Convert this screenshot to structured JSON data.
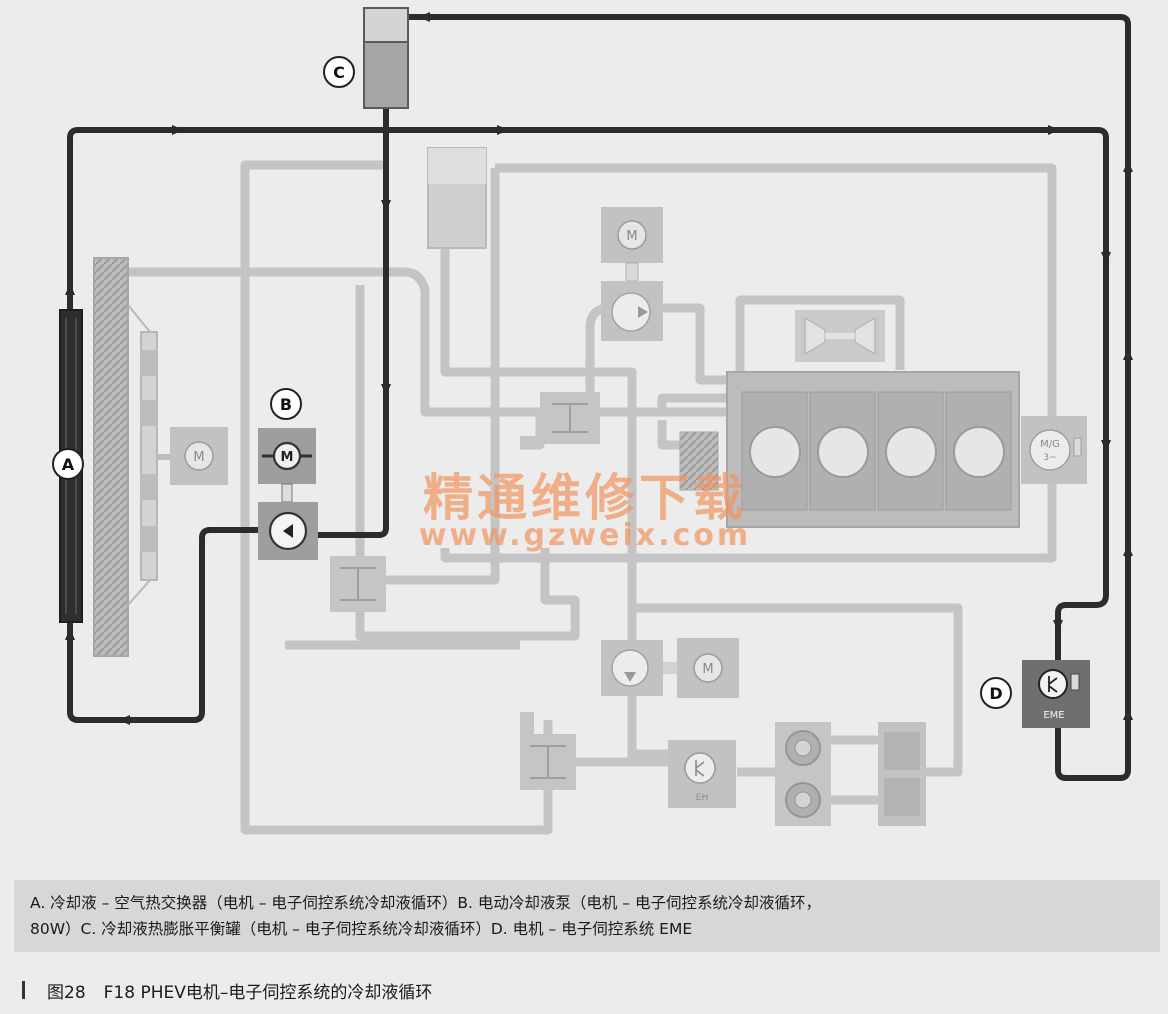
{
  "labels": {
    "a": "A",
    "b": "B",
    "c": "C",
    "d": "D",
    "motor": "M",
    "mg": "M/G",
    "mg_phase": "3~",
    "eme": "EME",
    "eh": "EH"
  },
  "watermark": {
    "cn": "精通维修下载",
    "url": "www.gzweix.com"
  },
  "caption": {
    "line1": "A. 冷却液 – 空气热交换器（电机 – 电子伺控系统冷却液循环）B. 电动冷却液泵（电机 – 电子伺控系统冷却液循环，",
    "line2": "80W）C. 冷却液热膨胀平衡罐（电机 – 电子伺控系统冷却液循环）D. 电机 – 电子伺控系统 EME"
  },
  "figure": {
    "number": "图28",
    "title": "F18 PHEV电机–电子伺控系统的冷却液循环"
  },
  "colors": {
    "dark_line": "#2c2c2c",
    "light_line": "#c4c4c4",
    "component": "#b9b9b9",
    "background": "#ececec"
  }
}
